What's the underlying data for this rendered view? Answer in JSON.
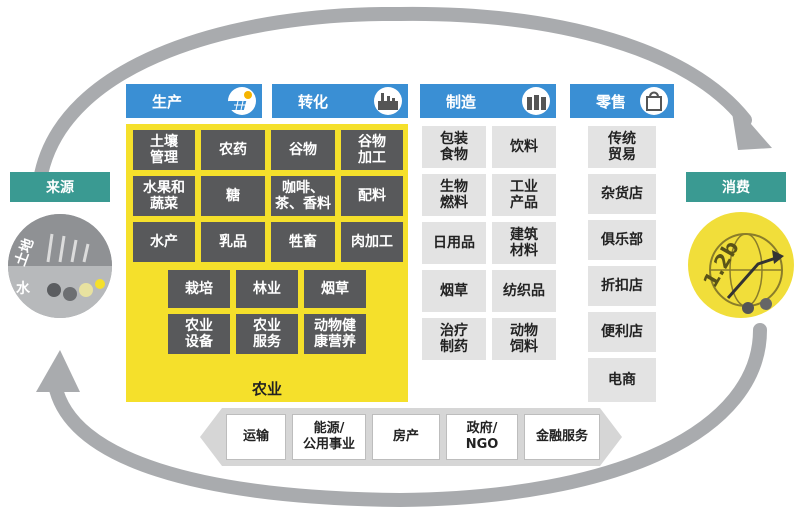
{
  "stages": {
    "production": "生产",
    "conversion": "转化",
    "manufacturing": "制造",
    "retail": "零售"
  },
  "source_label": "来源",
  "consumption_label": "消费",
  "source_icon": {
    "land": "土地",
    "water": "水"
  },
  "globe_text": "1.2b",
  "agriculture": {
    "label": "农业",
    "rows": [
      [
        "土壤\n管理",
        "农药",
        "谷物",
        "谷物\n加工"
      ],
      [
        "水果和\n蔬菜",
        "糖",
        "咖啡、\n茶、香料",
        "配料"
      ],
      [
        "水产",
        "乳品",
        "牲畜",
        "肉加工"
      ]
    ],
    "sub_rows": [
      [
        "栽培",
        "林业",
        "烟草"
      ],
      [
        "农业\n设备",
        "农业\n服务",
        "动物健\n康营养"
      ]
    ]
  },
  "manufacturing_items": [
    [
      "包装\n食物",
      "饮料"
    ],
    [
      "生物\n燃料",
      "工业\n产品"
    ],
    [
      "日用品",
      "建筑\n材料"
    ],
    [
      "烟草",
      "纺织品"
    ],
    [
      "治疗\n制药",
      "动物\n饲料"
    ]
  ],
  "retail_items": [
    "传统\n贸易",
    "杂货店",
    "俱乐部",
    "折扣店",
    "便利店",
    "电商"
  ],
  "services": [
    "运输",
    "能源/\n公用事业",
    "房产",
    "政府/\nNGO",
    "金融服务"
  ],
  "colors": {
    "header_blue": "#3a8fd4",
    "agri_yellow": "#f5e02b",
    "cell_dark": "#58595b",
    "cell_light": "#e3e3e3",
    "teal": "#3a9a92",
    "arrow_gray": "#a9abae"
  },
  "icons": {
    "production": "solar-panel-icon",
    "conversion": "factory-icon",
    "manufacturing": "bottles-icon",
    "retail": "shopping-bag-icon"
  }
}
